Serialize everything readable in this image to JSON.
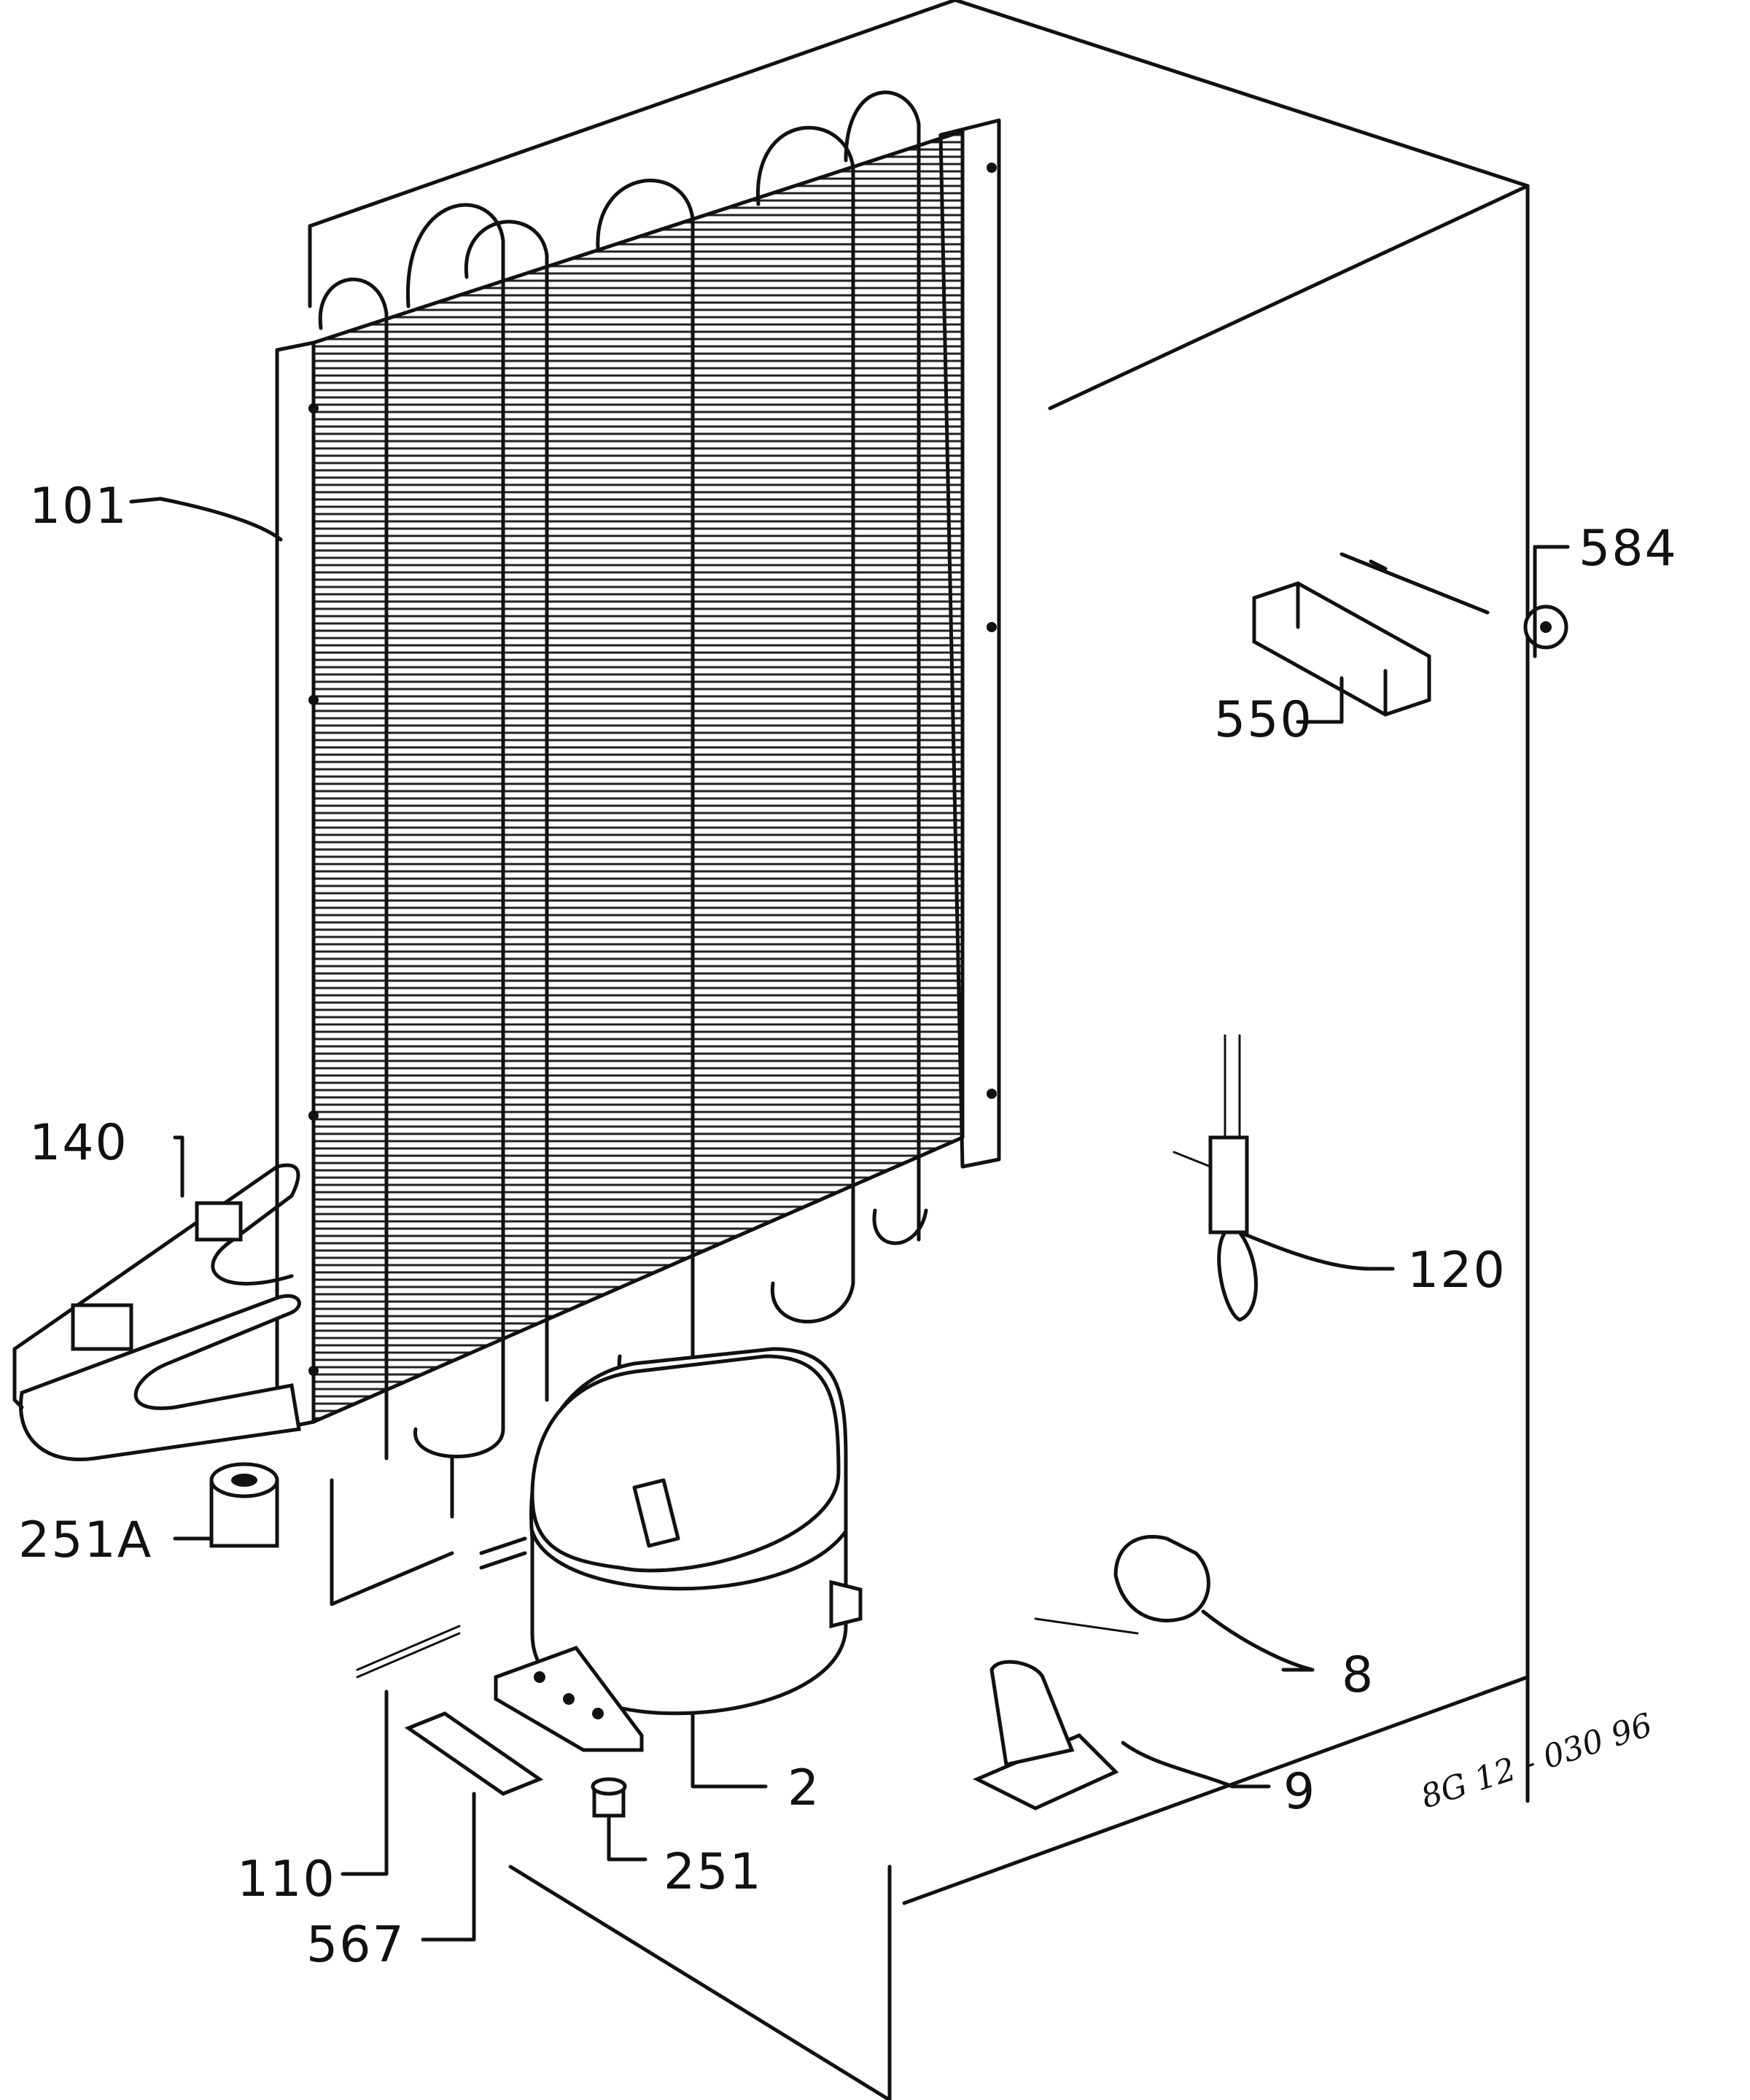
{
  "drawing_code": "8G 12 - 030 96",
  "parts": {
    "p101": "101",
    "p584": "584",
    "p550": "550",
    "p140": "140",
    "p120": "120",
    "p251A": "251A",
    "p8": "8",
    "p2": "2",
    "p9": "9",
    "p110": "110",
    "p251": "251",
    "p567": "567"
  },
  "colors": {
    "ink": "#111111",
    "paper": "#ffffff"
  }
}
